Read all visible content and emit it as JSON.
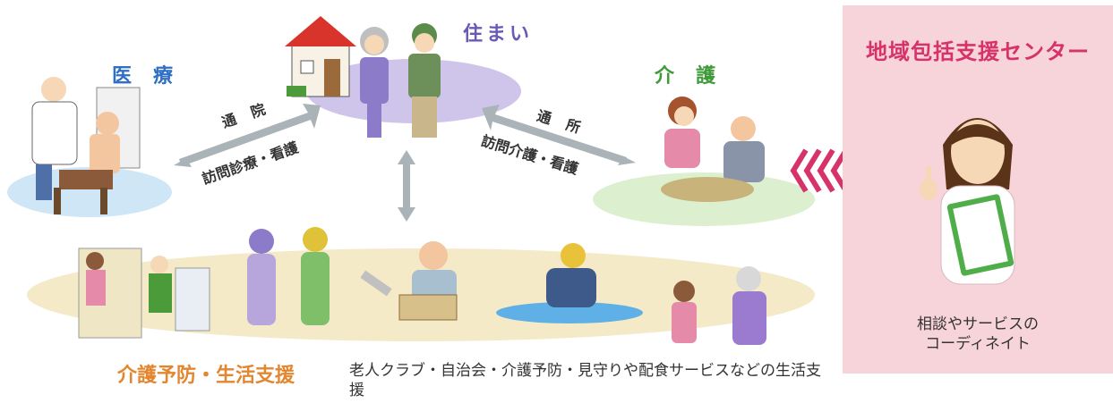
{
  "top_left_text": "",
  "housing": {
    "title": "住まい"
  },
  "medical": {
    "title": "医療"
  },
  "care": {
    "title": "介護"
  },
  "arrows": {
    "left_top": "通院",
    "left_bottom": "訪問診療・看護",
    "right_top": "通所",
    "right_bottom": "訪問介護・看護"
  },
  "center_panel": {
    "title": "地域包括支援センター",
    "description": "相談やサービスの\nコーディネイト"
  },
  "prevention": {
    "title": "介護予防・生活支援",
    "description": "老人クラブ・自治会・介護予防・見守りや配食サービスなどの生活支援"
  },
  "colors": {
    "medical_title": "#2f6fc4",
    "housing_title": "#6a5ab8",
    "care_title": "#3f9a3a",
    "prevention_title": "#e3862f",
    "panel_title": "#d6336a",
    "panel_bg": "#f7d3da",
    "arrow": "#aab3b8",
    "chevrons": "#d6336a"
  },
  "icons": [
    "doctor-patient-illustration",
    "elderly-couple-house-illustration",
    "caregiver-feeding-illustration",
    "center-staff-clipboard-illustration",
    "meal-delivery-illustration",
    "walking-elders-illustration",
    "carpentry-illustration",
    "swimming-illustration",
    "grandmother-child-illustration"
  ]
}
